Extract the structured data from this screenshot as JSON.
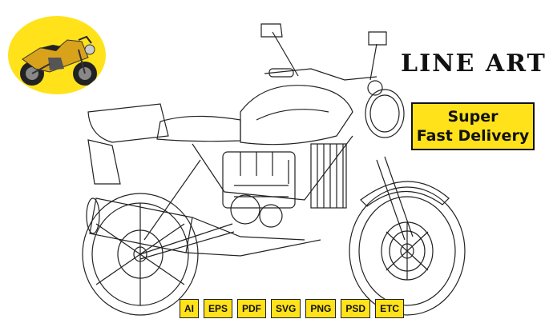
{
  "title": "LINE ART",
  "badge": {
    "line1": "Super",
    "line2": "Fast Delivery"
  },
  "formats": [
    "AI",
    "EPS",
    "PDF",
    "SVG",
    "PNG",
    "PSD",
    "ETC"
  ],
  "colors": {
    "accent": "#ffe21a",
    "ink": "#111111"
  },
  "icons": {
    "photo": "motorcycle-photo-icon",
    "drawing": "motorcycle-line-art"
  }
}
